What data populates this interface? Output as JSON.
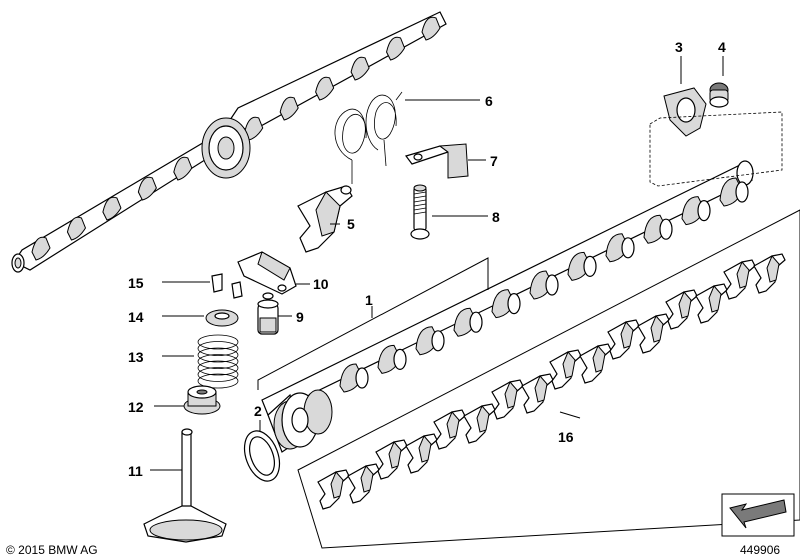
{
  "callouts": [
    {
      "id": "1",
      "label": "1"
    },
    {
      "id": "2",
      "label": "2"
    },
    {
      "id": "3",
      "label": "3"
    },
    {
      "id": "4",
      "label": "4"
    },
    {
      "id": "5",
      "label": "5"
    },
    {
      "id": "6",
      "label": "6"
    },
    {
      "id": "7",
      "label": "7"
    },
    {
      "id": "8",
      "label": "8"
    },
    {
      "id": "9",
      "label": "9"
    },
    {
      "id": "10",
      "label": "10"
    },
    {
      "id": "11",
      "label": "11"
    },
    {
      "id": "12",
      "label": "12"
    },
    {
      "id": "13",
      "label": "13"
    },
    {
      "id": "14",
      "label": "14"
    },
    {
      "id": "15",
      "label": "15"
    },
    {
      "id": "16",
      "label": "16"
    }
  ],
  "copyright": "© 2015 BMW AG",
  "diagram_number": "449906"
}
